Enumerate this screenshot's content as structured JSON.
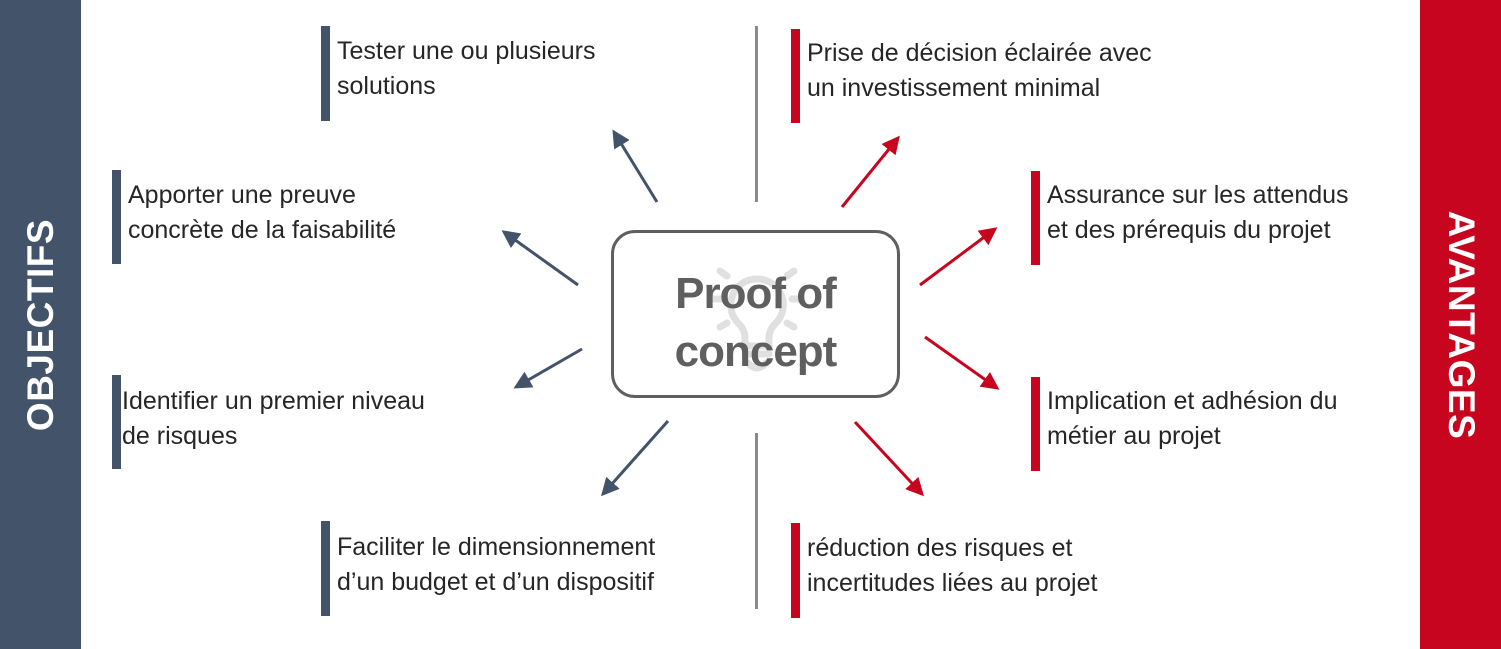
{
  "sidebar_left": {
    "label": "OBJECTIFS",
    "color": "#435369"
  },
  "sidebar_right": {
    "label": "AVANTAGES",
    "color": "#c8051e"
  },
  "center": {
    "title_line1": "Proof of",
    "title_line2": "concept",
    "icon": "lightbulb-icon"
  },
  "objectives": [
    {
      "line1": "Tester une ou plusieurs",
      "line2": "solutions"
    },
    {
      "line1": "Apporter une preuve",
      "line2": "concrète de la faisabilité"
    },
    {
      "line1": "Identifier un premier niveau",
      "line2": "de risques"
    },
    {
      "line1": "Faciliter le dimensionnement",
      "line2": "d’un budget et d’un dispositif"
    }
  ],
  "advantages": [
    {
      "line1": "Prise de décision éclairée avec",
      "line2": "un investissement minimal"
    },
    {
      "line1": "Assurance sur les attendus",
      "line2": "et des prérequis du projet"
    },
    {
      "line1": "Implication et adhésion du",
      "line2": "métier au projet"
    },
    {
      "line1": "réduction des risques et",
      "line2": "incertitudes liées au projet"
    }
  ],
  "colors": {
    "objectives": "#435369",
    "advantages": "#c8051e",
    "divider": "#8a8a8a",
    "center_text": "#5f5f5f"
  }
}
